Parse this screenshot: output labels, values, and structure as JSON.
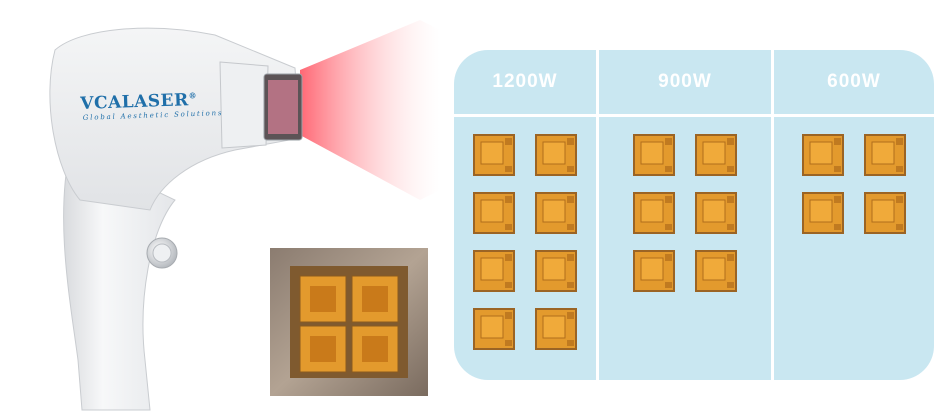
{
  "brand": {
    "name": "VCALASER",
    "registered": "®",
    "tagline": "Global  Aesthetic  Solutions"
  },
  "comparison": {
    "columns": [
      {
        "label": "1200W",
        "chip_count": 8
      },
      {
        "label": "900W",
        "chip_count": 6
      },
      {
        "label": "600W",
        "chip_count": 4
      }
    ]
  },
  "colors": {
    "panel": "#c9e7f1",
    "chip": "#d98a1c",
    "brand": "#1f6fa9",
    "beam": "#ff6a6a"
  }
}
